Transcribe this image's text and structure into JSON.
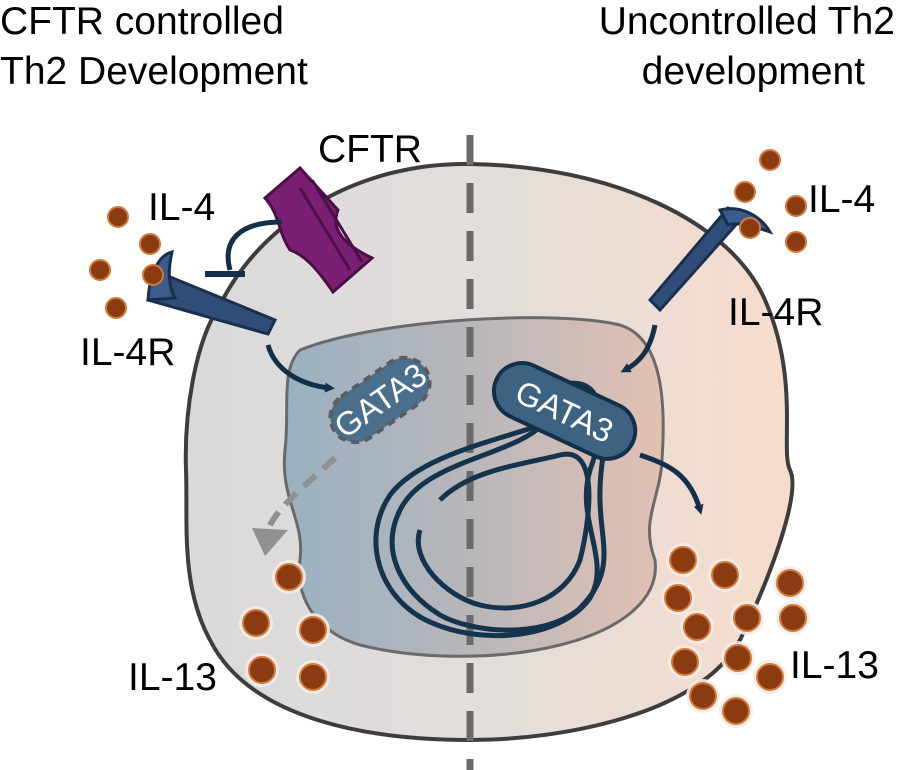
{
  "left": {
    "title_line1": "CFTR controlled",
    "title_line2": "Th2 Development",
    "cftr_label": "CFTR",
    "il4_label": "IL-4",
    "il4r_label": "IL-4R",
    "gata3_label": "GATA3",
    "il13_label": "IL-13"
  },
  "right": {
    "title_line1": "Uncontrolled Th2",
    "title_line2": "development",
    "il4_label": "IL-4",
    "il4r_label": "IL-4R",
    "gata3_label": "GATA3",
    "il13_label": "IL-13"
  },
  "colors": {
    "cell_left": "#dcdcdc",
    "cell_right": "#f7dccb",
    "nucleus_left": "#9db2c0",
    "nucleus_right": "#e1c2b5",
    "cell_outline": "#3d3d3d",
    "receptor": "#2f4d78",
    "cftr": "#7a1f73",
    "gata3_fill": "#3e6282",
    "chromatin": "#14334d",
    "cytokine": "#8a3b12",
    "divider": "#6b6b6b"
  }
}
